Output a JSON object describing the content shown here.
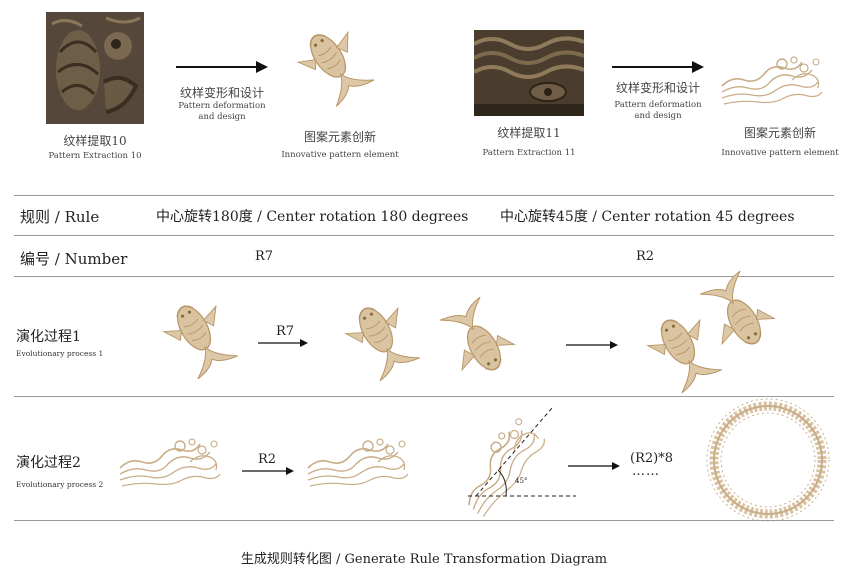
{
  "top": {
    "left": {
      "arrow_cn": "纹样变形和设计",
      "arrow_en_1": "Pattern deformation",
      "arrow_en_2": "and design",
      "extract_cn": "纹样提取10",
      "extract_en": "Pattern Extraction 10",
      "element_cn": "图案元素创新",
      "element_en": "Innovative pattern element"
    },
    "right": {
      "arrow_cn": "纹样变形和设计",
      "arrow_en_1": "Pattern deformation",
      "arrow_en_2": "and design",
      "extract_cn": "纹样提取11",
      "extract_en": "Pattern Extraction 11",
      "element_cn": "图案元素创新",
      "element_en": "Innovative pattern element"
    }
  },
  "rule_row": {
    "label": "规则 / Rule",
    "left": "中心旋转180度 / Center rotation 180 degrees",
    "right": "中心旋转45度 / Center rotation 45 degrees"
  },
  "number_row": {
    "label": "编号 / Number",
    "left": "R7",
    "right": "R2"
  },
  "evo1": {
    "label_cn": "演化过程1",
    "label_en": "Evolutionary process 1",
    "arrow_label": "R7"
  },
  "evo2": {
    "label_cn": "演化过程2",
    "label_en": "Evolutionary process 2",
    "arrow_label": "R2",
    "angle": "45°",
    "repeat": "(R2)*8",
    "dots": "……"
  },
  "caption": "生成规则转化图 / Generate Rule Transformation Diagram",
  "colors": {
    "pattern": "#c9ad87",
    "line": "#9a9a9a",
    "text": "#222222"
  }
}
